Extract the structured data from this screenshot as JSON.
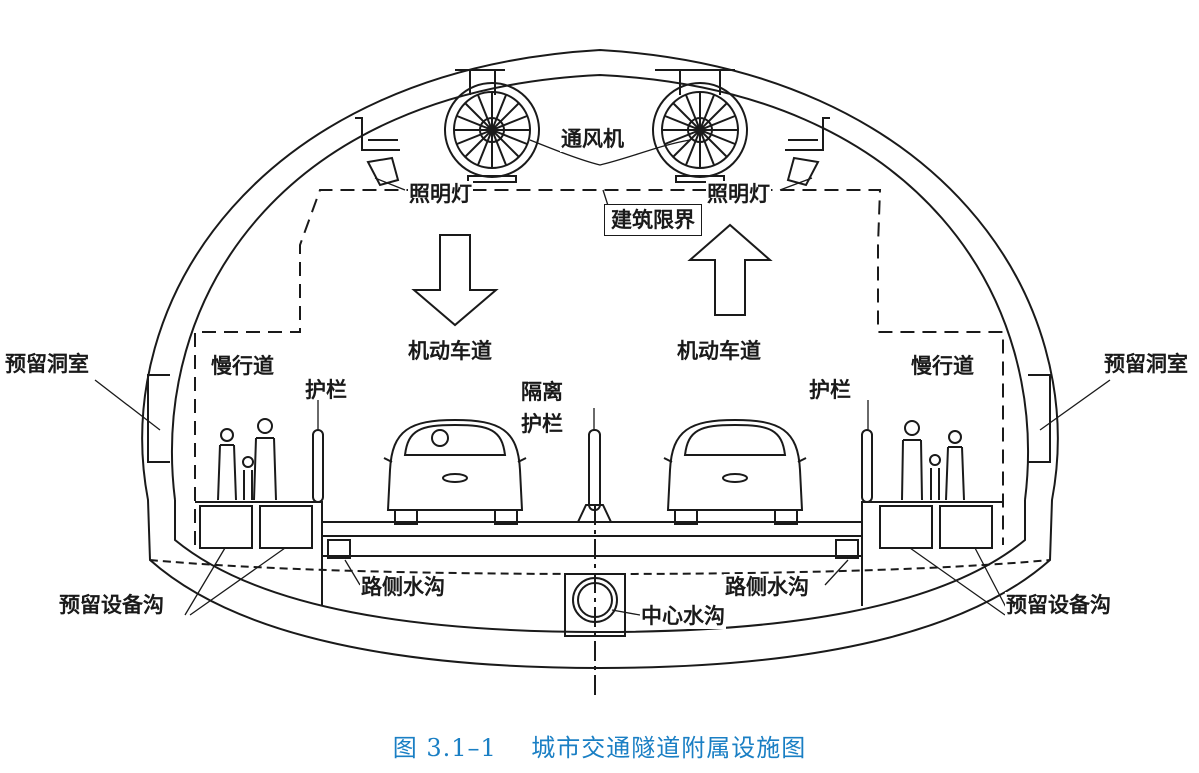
{
  "labels": {
    "fan": "通风机",
    "light_left": "照明灯",
    "light_right": "照明灯",
    "clearance": "建筑限界",
    "lane_left": "机动车道",
    "lane_right": "机动车道",
    "slow_left": "慢行道",
    "slow_right": "慢行道",
    "niche_left": "预留洞室",
    "niche_right": "预留洞室",
    "rail_left": "护栏",
    "rail_right": "护栏",
    "median_line1": "隔离",
    "median_line2": "护栏",
    "side_drain_left": "路侧水沟",
    "side_drain_right": "路侧水沟",
    "center_drain": "中心水沟",
    "trench_left": "预留设备沟",
    "trench_right": "预留设备沟"
  },
  "caption": {
    "number": "图 3.1–1",
    "title": "城市交通隧道附属设施图"
  },
  "colors": {
    "line": "#1a1a1a",
    "caption": "#1a7fc4"
  }
}
